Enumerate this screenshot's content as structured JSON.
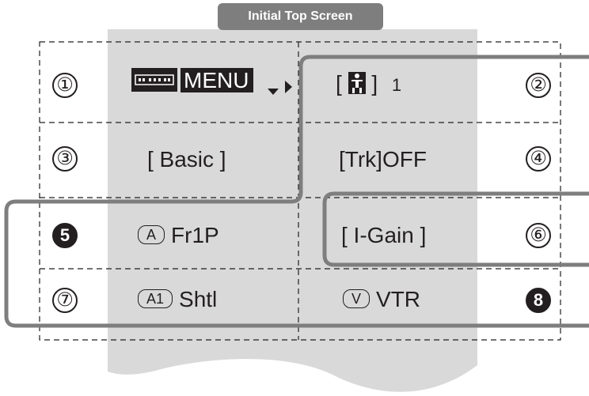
{
  "title": "Initial Top Screen",
  "cells": {
    "c1": {
      "num": "①",
      "label": "MENU"
    },
    "c2": {
      "num": "②",
      "label": "[",
      "label_close": "]",
      "value": "1"
    },
    "c3": {
      "num": "③",
      "label": "[ Basic ]"
    },
    "c4": {
      "num": "④",
      "label": "[Trk]OFF"
    },
    "c5": {
      "num": "5",
      "key": "A",
      "label": "Fr1P"
    },
    "c6": {
      "num": "⑥",
      "label": "[ I-Gain ]"
    },
    "c7": {
      "num": "⑦",
      "key": "A1",
      "label": "Shtl"
    },
    "c8": {
      "num": "8",
      "key": "V",
      "label": "VTR"
    }
  },
  "colors": {
    "panel": "#d9d9d9",
    "outline": "#7e7e7e",
    "ink": "#231f20",
    "tab": "#7e7e7e"
  }
}
